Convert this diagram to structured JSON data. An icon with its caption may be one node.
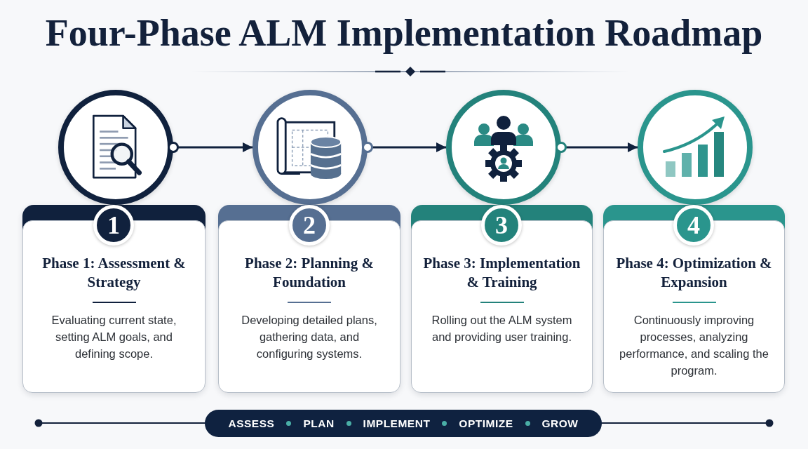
{
  "diagram": {
    "title": "Four-Phase ALM Implementation Roadmap",
    "nodes": [
      {
        "text": [],
        "shape": "circle"
      },
      {
        "text": [],
        "shape": "circle"
      },
      {
        "text": [],
        "shape": "circle"
      },
      {
        "text": [],
        "shape": "circle"
      },
      {
        "text": [
          "Phase 1: Assessment & Strategy",
          "Evaluating current state, setting ALM goals, and defining scope."
        ]
      },
      {
        "text": [
          "1"
        ],
        "in": 4
      },
      {
        "text": [
          "Phase 2: Planning & Foundation",
          "Developing detailed plans, gathering data, and configuring systems."
        ]
      },
      {
        "text": [
          "2"
        ],
        "in": 6
      },
      {
        "text": [
          "Phase 3: Implementation & Training",
          "Rolling out the ALM system and providing user training."
        ]
      },
      {
        "text": [
          "3"
        ],
        "in": 8
      },
      {
        "text": [
          "Phase 4: Optimization & Expansion",
          "Continuously improving processes, analyzing performance, and scaling the program."
        ]
      },
      {
        "text": [
          "4"
        ],
        "in": 10
      },
      {
        "text": [
          "ASSESS",
          "PLAN",
          "IMPLEMENT",
          "OPTIMIZE",
          "GROW"
        ]
      }
    ],
    "edges": [
      {
        "from": 0,
        "to": 1,
        "arrow": "to"
      },
      {
        "from": 1,
        "to": 2,
        "arrow": "to"
      },
      {
        "from": 2,
        "to": 3,
        "arrow": "to"
      }
    ]
  }
}
